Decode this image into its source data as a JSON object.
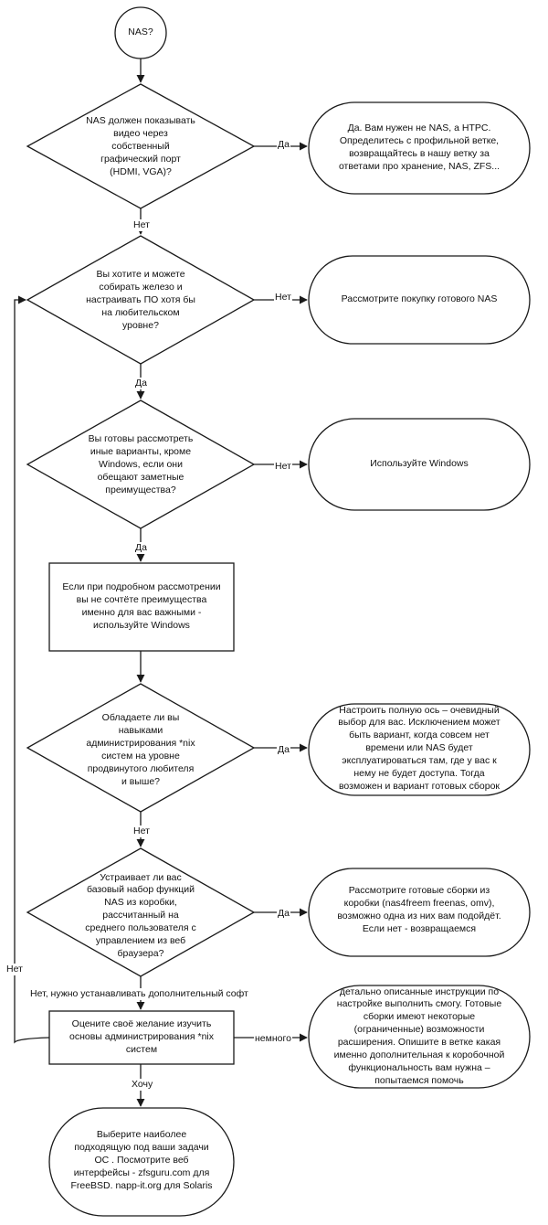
{
  "nodes": {
    "start": "NAS?",
    "q1": "NAS должен показывать\nвидео через\nсобственный\nграфический порт\n(HDMI, VGA)?",
    "a1": "Да. Вам нужен не NAS, а HTPC.\nОпределитесь с профильной веткe,\nвозвращайтесь в нашу ветку за\nответами про хранение, NAS, ZFS...",
    "q2": "Вы хотите и можете\nсобирать железо и\nнастраивать ПО хотя бы\nна любительском\nуровне?",
    "a2": "Рассмотрите покупку готового NAS",
    "q3": "Вы готовы рассмотреть\nиные варианты, кроме\nWindows, если они\nобещают заметные\nпреимущества?",
    "a3": "Используйте Windows",
    "b1": "Если при подробном рассмотрении\nвы не сочтёте преимущества\nименно для вас важными -\nиспользуйте Windows",
    "q4": "Обладаете ли вы\nнавыками\nадминистрирования *nix\nсистем на уровне\nпродвинутого любителя\nи выше?",
    "a4": "Настроить полную ось – очевидный\nвыбор для вас. Исключением может\nбыть вариант, когда совсем нет\nвремени или NAS будет\nэксплуатироваться там, где у вас к\nнему не будет доступа. Тогда\nвозможен и вариант готовых сборок",
    "q5": "Устраивает ли вас\nбазовый набор функций\nNAS из коробки,\nрассчитанный на\nсреднего пользователя с\nуправлением из веб\nбраузера?",
    "a5": "Рассмотрите готовые сборки из\nкоробки (nas4freem freenas, omv),\nвозможно одна из них вам подойдёт.\nЕсли нет - возвращаемся",
    "b2": "Оцените своё желание изучить\nосновы администрирования *nix\nсистем",
    "a6": "детально описанные инструкции по\nнастройке выполнить смогу. Готовые\nсборки имеют некоторые\n(ограниченные) возможности\nрасширения. Опишите в ветке какая\nименно дополнительная к коробочной\nфункциональность вам нужна –\nпопытаемся помочь",
    "end": "Выберите наиболее\nподходящую под ваши задачи\nОС . Посмотрите веб\nинтерфейсы - zfsguru.com для\nFreeBSD.  napp-it.org для Solaris"
  },
  "edges": {
    "q1_yes": "Да",
    "q1_no": "Нет",
    "q2_no": "Нет",
    "q2_yes": "Да",
    "q3_no": "Нет",
    "q3_yes": "Да",
    "q4_yes": "Да",
    "q4_no": "Нет",
    "q5_yes": "Да",
    "q5_no": "Нет, нужно устанавливать дополнительный софт",
    "b2_some": "немного",
    "b2_want": "Хочу",
    "loop_no": "Нет"
  },
  "colors": {
    "stroke": "#1a1a1a",
    "fill": "#ffffff",
    "text": "#111111"
  }
}
